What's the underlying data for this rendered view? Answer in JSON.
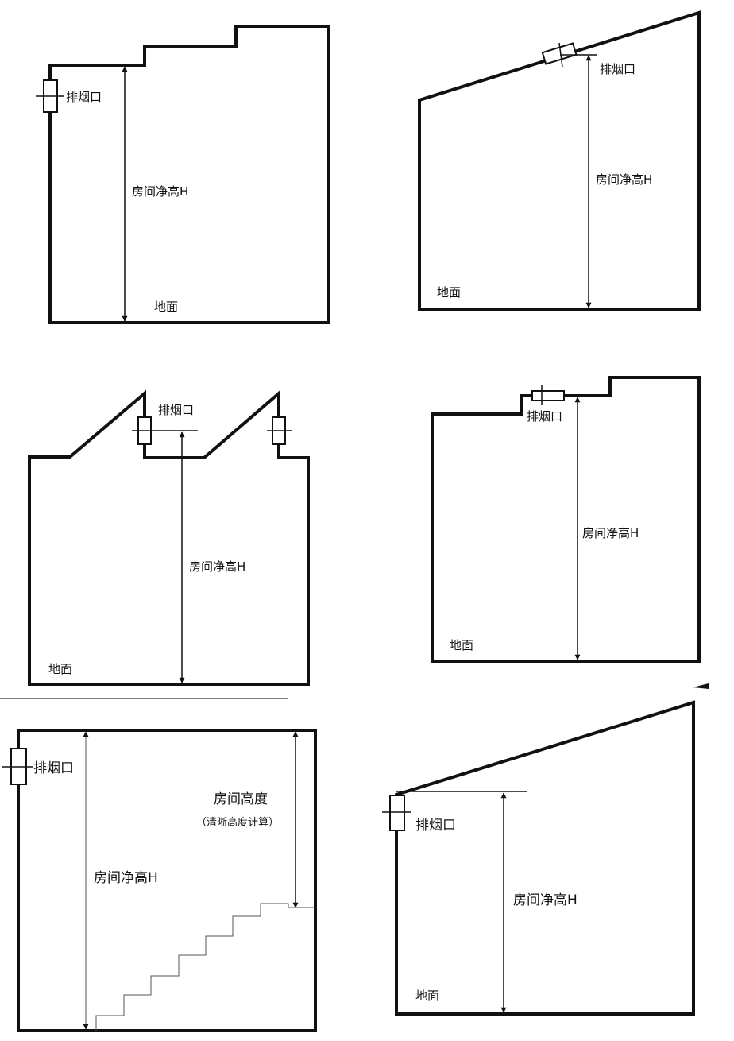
{
  "labels": {
    "vent": "排烟口",
    "clear_height": "房间净高H",
    "floor": "地面",
    "room_height": "房间高度",
    "room_height_note": "（清晰高度计算）"
  }
}
